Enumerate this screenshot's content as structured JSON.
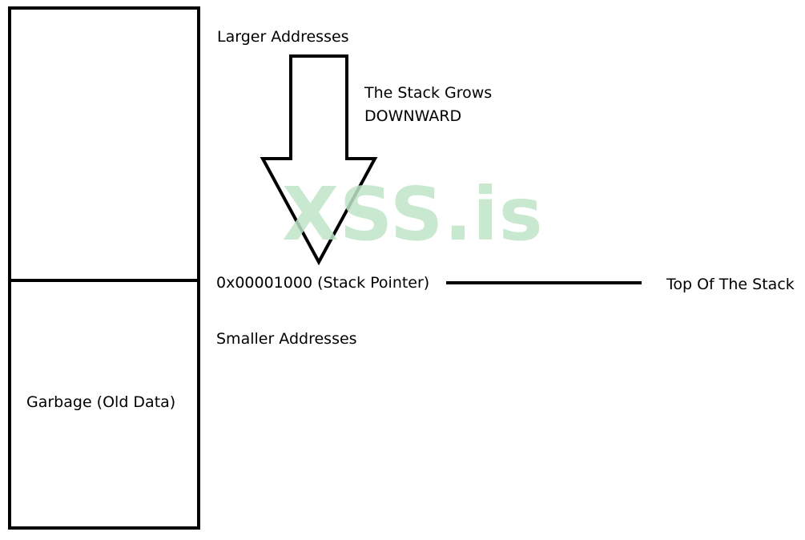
{
  "stack_region": {
    "garbage_label": "Garbage (Old Data)"
  },
  "labels": {
    "larger_addresses": "Larger Addresses",
    "growth_line1": "The Stack Grows",
    "growth_line2": "DOWNWARD",
    "stack_pointer": "0x00001000 (Stack Pointer)",
    "top_of_stack": "Top Of The Stack",
    "smaller_addresses": "Smaller Addresses"
  },
  "watermark": {
    "text": "XSS.is",
    "color": "#bfe5c8"
  },
  "arrow": {
    "direction": "down"
  }
}
